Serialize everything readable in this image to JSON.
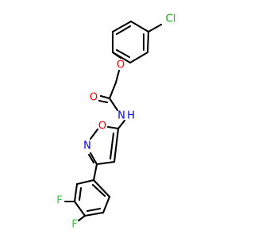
{
  "molecule": {
    "atoms": {
      "cl": "Cl",
      "ether_o": "O",
      "carbonyl_o": "O",
      "amide_n": "N",
      "amide_h": "H",
      "ring_o": "O",
      "ring_n": "N",
      "f_meta": "F",
      "f_para": "F"
    },
    "colors": {
      "bond": "#000000",
      "carbon": "#000000",
      "oxygen": "#ff0000",
      "nitrogen": "#0000ff",
      "chlorine": "#00b400",
      "fluorine": "#33cc33"
    }
  }
}
